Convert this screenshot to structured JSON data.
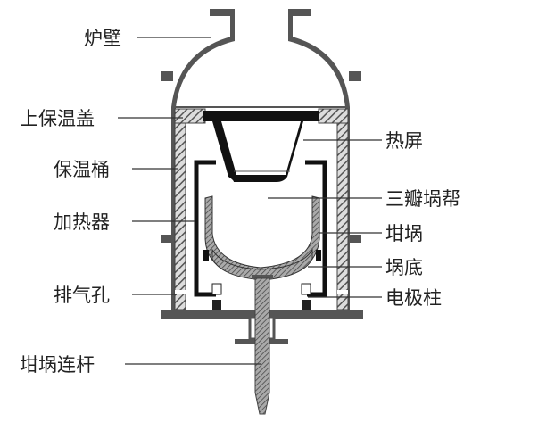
{
  "labels_left": [
    "炉壁",
    "上保温盖",
    "保温桶",
    "加热器",
    "排气孔",
    "坩埚连杆"
  ],
  "labels_right": [
    "热屏",
    "三瓣埚帮",
    "坩埚",
    "埚底",
    "电极柱"
  ],
  "colors": {
    "wall": "#555555",
    "black": "#111111",
    "insulation": "#8a8a8a",
    "line": "#333333"
  }
}
